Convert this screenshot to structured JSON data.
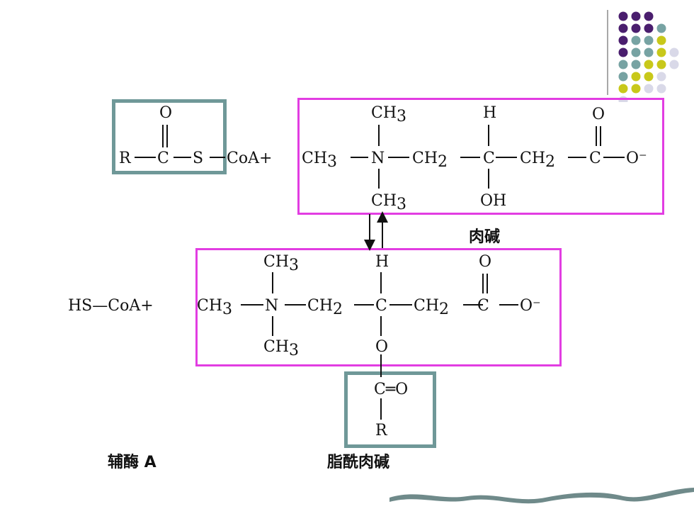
{
  "colors": {
    "teal_box": "#6f9898",
    "magenta_box": "#e23de2",
    "dot_purple": "#4a1e6e",
    "dot_teal": "#77a3a3",
    "dot_yellow": "#c8c81a",
    "dot_light": "#d9d9e8"
  },
  "reaction_top": {
    "acyl_o": "O",
    "r": "R",
    "c": "C",
    "s": "S",
    "coa_plus": "CoA+",
    "ch3_left": "CH",
    "ch3_left_sub": "3",
    "n": "N",
    "ch3_top": "CH",
    "ch3_top_sub": "3",
    "ch3_bottom": "CH",
    "ch3_bottom_sub": "3",
    "ch2_a": "CH",
    "ch2_a_sub": "2",
    "h": "H",
    "c2": "C",
    "oh": "OH",
    "ch2_b": "CH",
    "ch2_b_sub": "2",
    "o_carbonyl": "O",
    "c3": "C",
    "o_minus": "O⁻"
  },
  "reaction_bottom": {
    "hs_coa": "HS—CoA+",
    "ch3_left": "CH",
    "ch3_left_sub": "3",
    "n": "N",
    "ch3_top": "CH",
    "ch3_top_sub": "3",
    "ch3_bottom": "CH",
    "ch3_bottom_sub": "3",
    "ch2_a": "CH",
    "ch2_a_sub": "2",
    "h": "H",
    "c2": "C",
    "o_ester": "O",
    "c_eq_o": "C═O",
    "r": "R",
    "ch2_b": "CH",
    "ch2_b_sub": "2",
    "o_carbonyl": "O",
    "c3": "C",
    "o_minus": "O⁻"
  },
  "labels": {
    "carnitine": "肉碱",
    "coenzyme_a": "辅酶 A",
    "acyl_carnitine": "脂酰肉碱"
  }
}
